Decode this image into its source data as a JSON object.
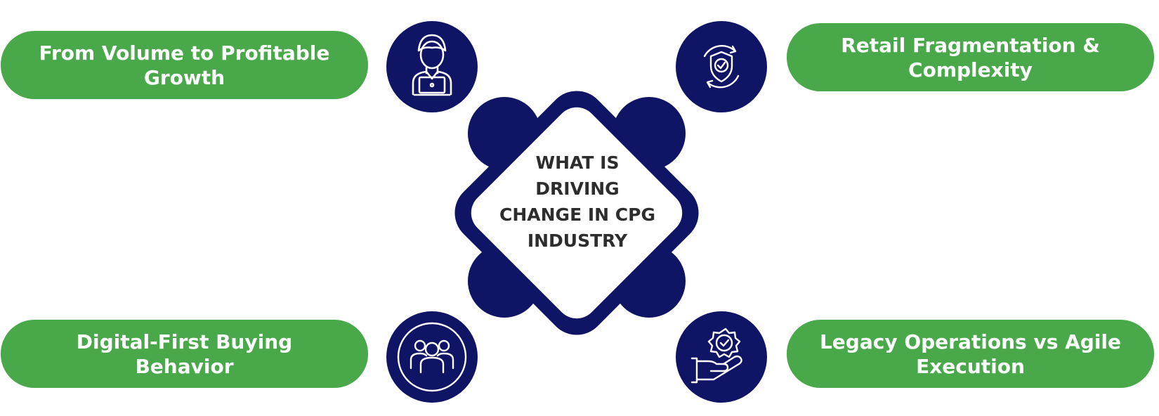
{
  "center": {
    "title": "WHAT IS DRIVING CHANGE IN CPG INDUSTRY"
  },
  "drivers": [
    {
      "label": "From Volume to Profitable Growth",
      "icon": "person-laptop-icon"
    },
    {
      "label": "Retail Fragmentation & Complexity",
      "icon": "shield-check-cycle-icon"
    },
    {
      "label": "Digital-First Buying Behavior",
      "icon": "user-group-icon"
    },
    {
      "label": "Legacy Operations vs Agile Execution",
      "icon": "hand-badge-check-icon"
    }
  ],
  "colors": {
    "pill_green": "#48a84a",
    "hub_navy": "#101464",
    "text_dark": "#2d2d2d",
    "text_white": "#ffffff"
  }
}
